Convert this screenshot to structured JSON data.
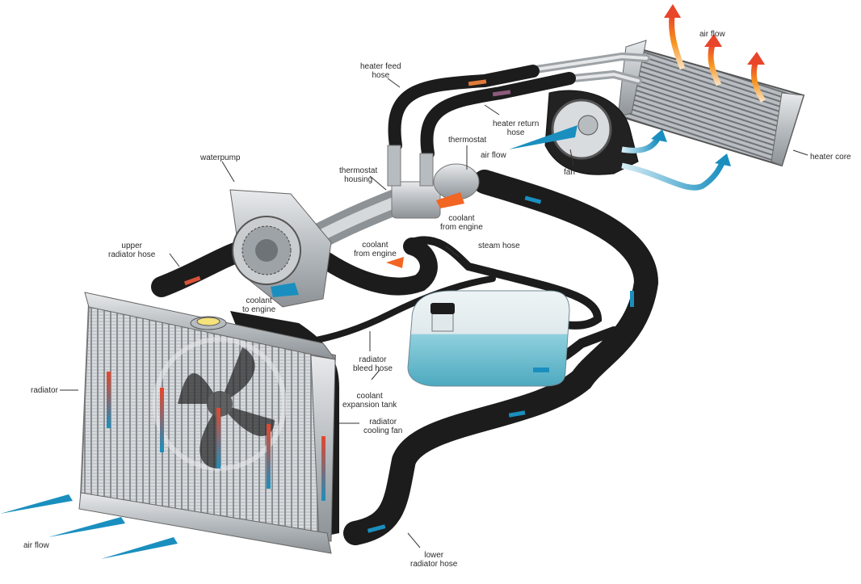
{
  "title": "Engine cooling system",
  "colors": {
    "hot": "#e8452a",
    "hot_light": "#f7941d",
    "cold": "#1a8fbf",
    "hose": "#1c1c1c",
    "metal": "#bfc3c6",
    "coolant": "#7cc8d8",
    "label": "#2a2a2a"
  },
  "labels": {
    "heater_feed_hose": [
      "heater feed",
      "hose"
    ],
    "heater_return_hose": [
      "heater return",
      "hose"
    ],
    "thermostat": "thermostat",
    "air_flow_heater_top": "air flow",
    "air_flow_fan": "air flow",
    "heater_core": "heater core",
    "fan": "fan",
    "waterpump": "waterpump",
    "thermostat_housing": [
      "thermostat",
      "housing"
    ],
    "coolant_from_engine_thermostat": [
      "coolant",
      "from engine"
    ],
    "coolant_from_engine_lower": [
      "coolant",
      "from engine"
    ],
    "steam_hose": "steam hose",
    "upper_radiator_hose": [
      "upper",
      "radiator hose"
    ],
    "coolant_to_engine": [
      "coolant",
      "to engine"
    ],
    "radiator": "radiator",
    "radiator_bleed_hose": [
      "radiator",
      "bleed hose"
    ],
    "coolant_expansion_tank": [
      "coolant",
      "expansion tank"
    ],
    "radiator_cooling_fan": [
      "radiator",
      "cooling fan"
    ],
    "air_flow_radiator": "air flow",
    "lower_radiator_hose": [
      "lower",
      "radiator hose"
    ]
  }
}
